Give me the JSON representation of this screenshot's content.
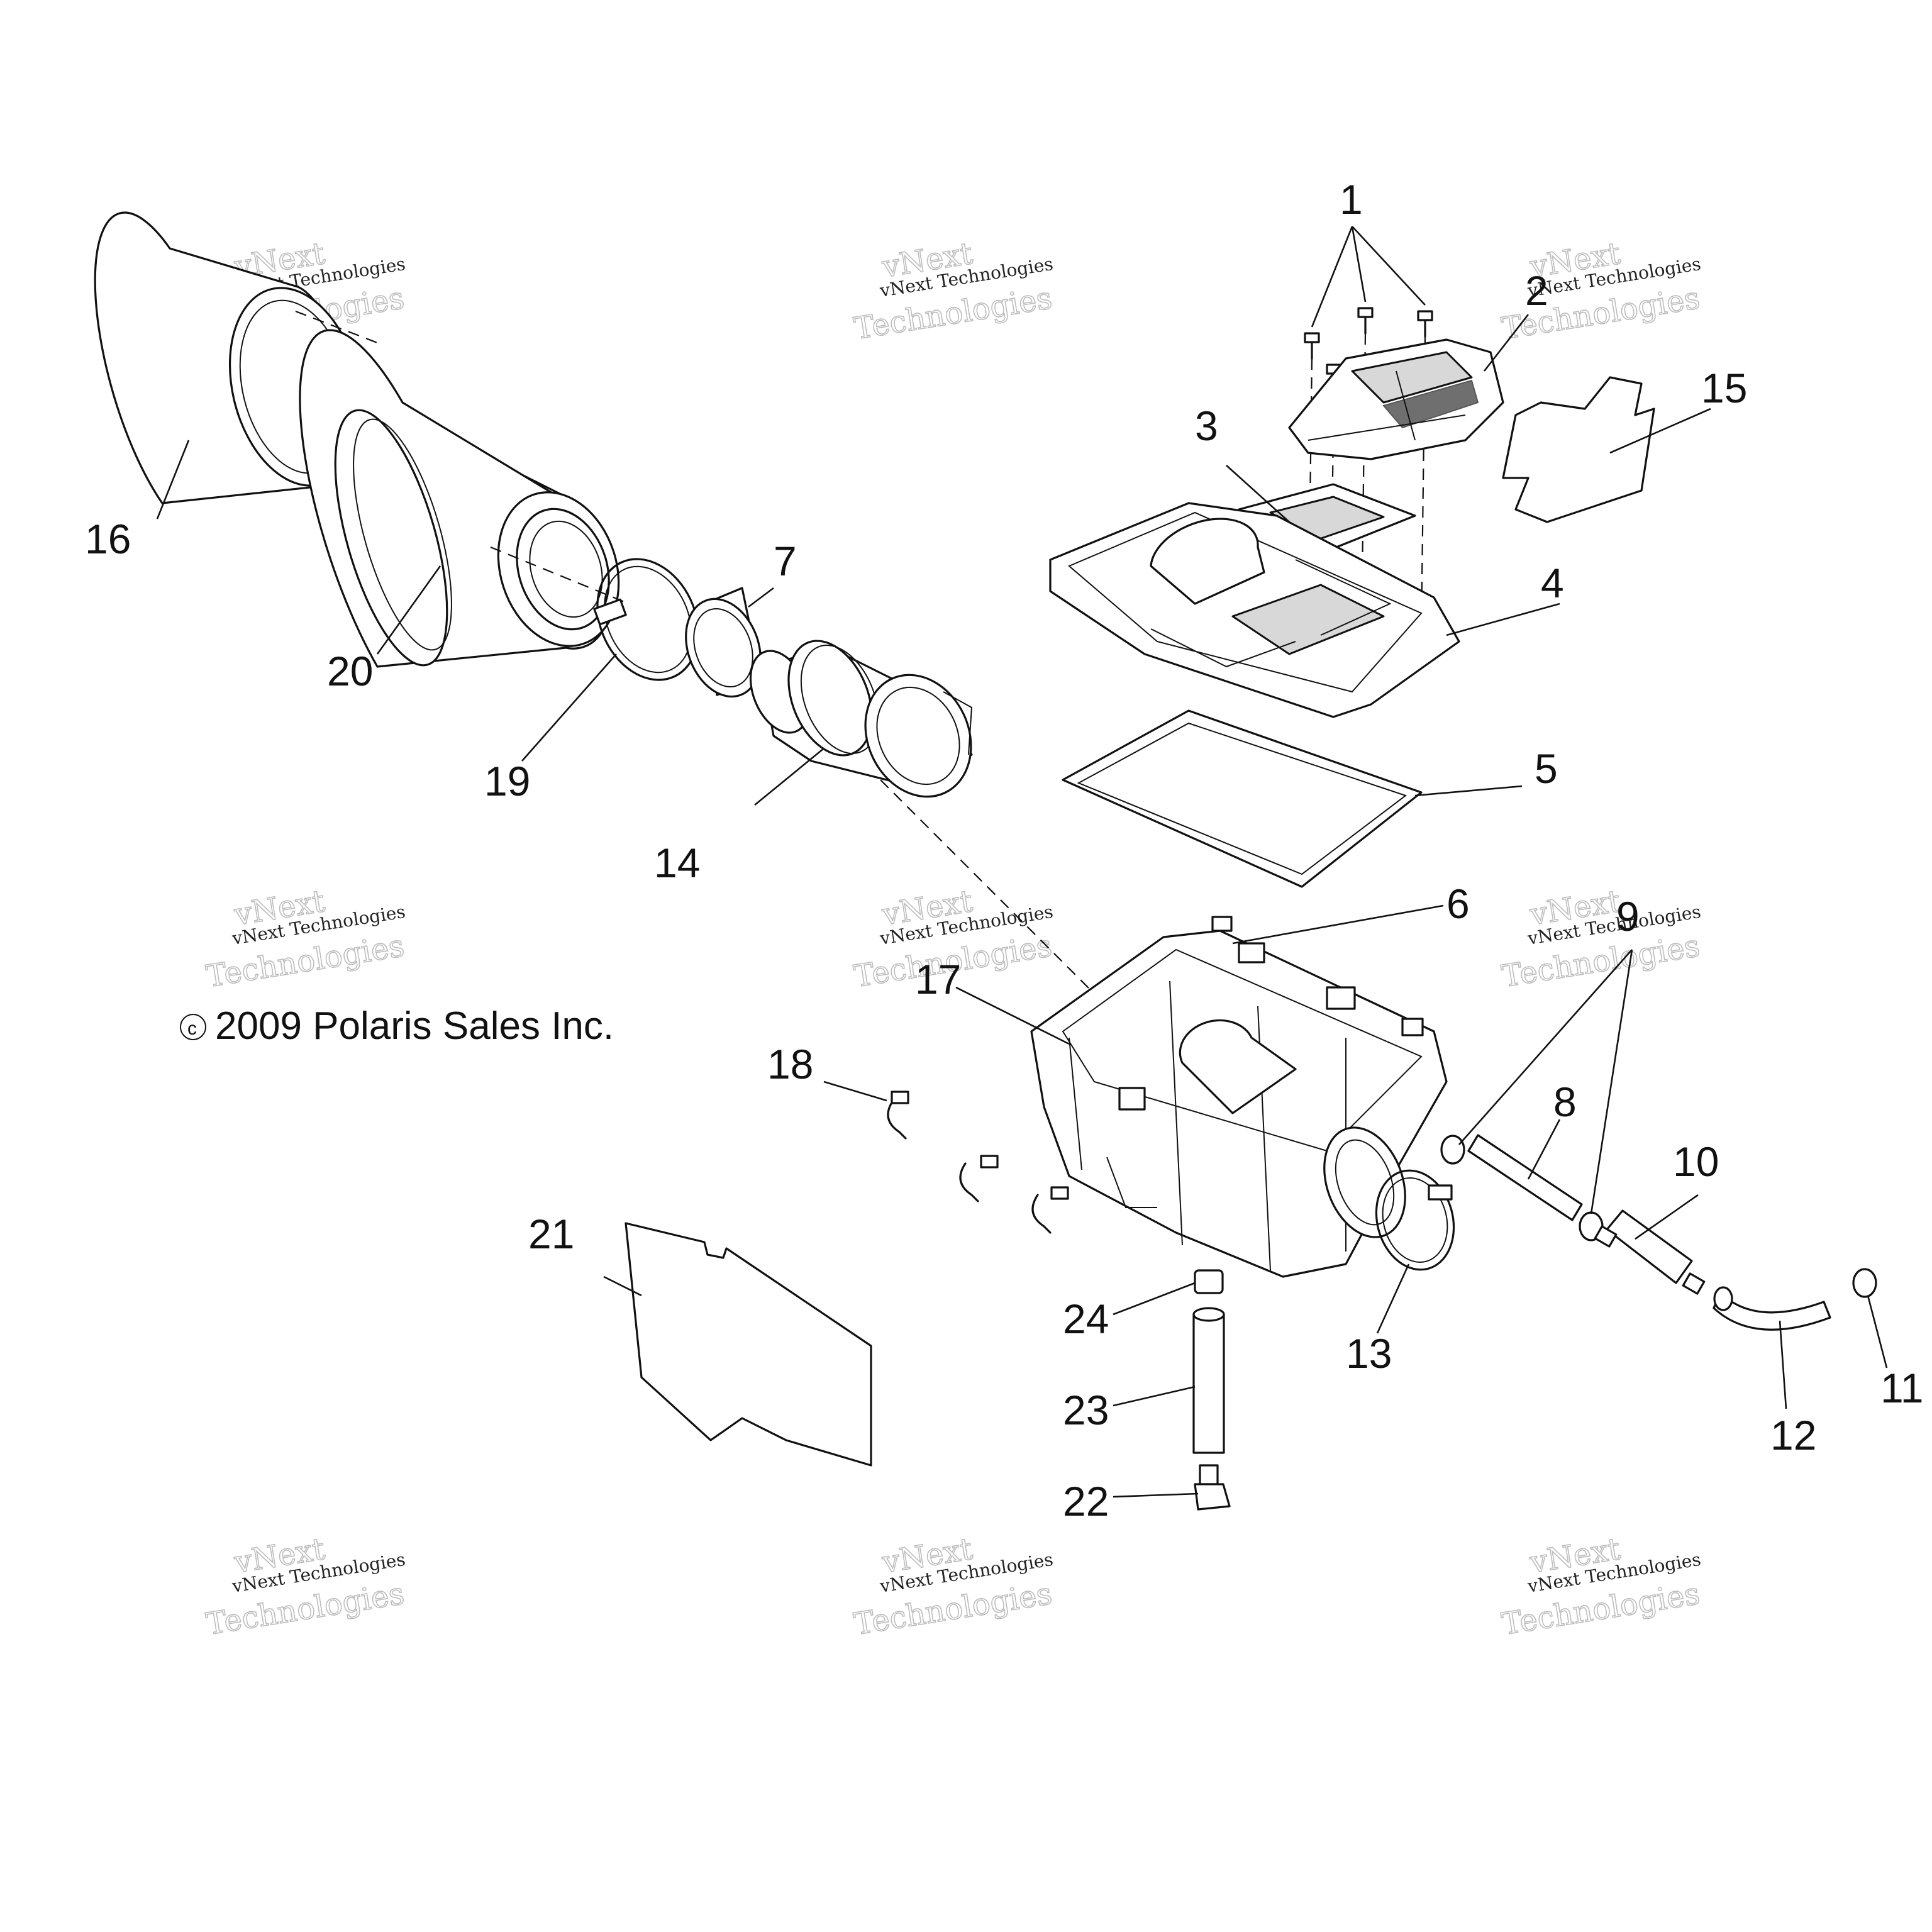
{
  "copyright": {
    "symbol": "c",
    "text": "2009 Polaris Sales Inc."
  },
  "watermark": {
    "top": "vNext Technologies",
    "big1": "vNext",
    "big2": "Technologies"
  },
  "labels": {
    "p1": "1",
    "p2": "2",
    "p3": "3",
    "p4": "4",
    "p5": "5",
    "p6": "6",
    "p7": "7",
    "p8": "8",
    "p9": "9",
    "p10": "10",
    "p11": "11",
    "p12": "12",
    "p13": "13",
    "p14": "14",
    "p15": "15",
    "p16": "16",
    "p17": "17",
    "p18": "18",
    "p19": "19",
    "p20": "20",
    "p21": "21",
    "p22": "22",
    "p23": "23",
    "p24": "24"
  }
}
